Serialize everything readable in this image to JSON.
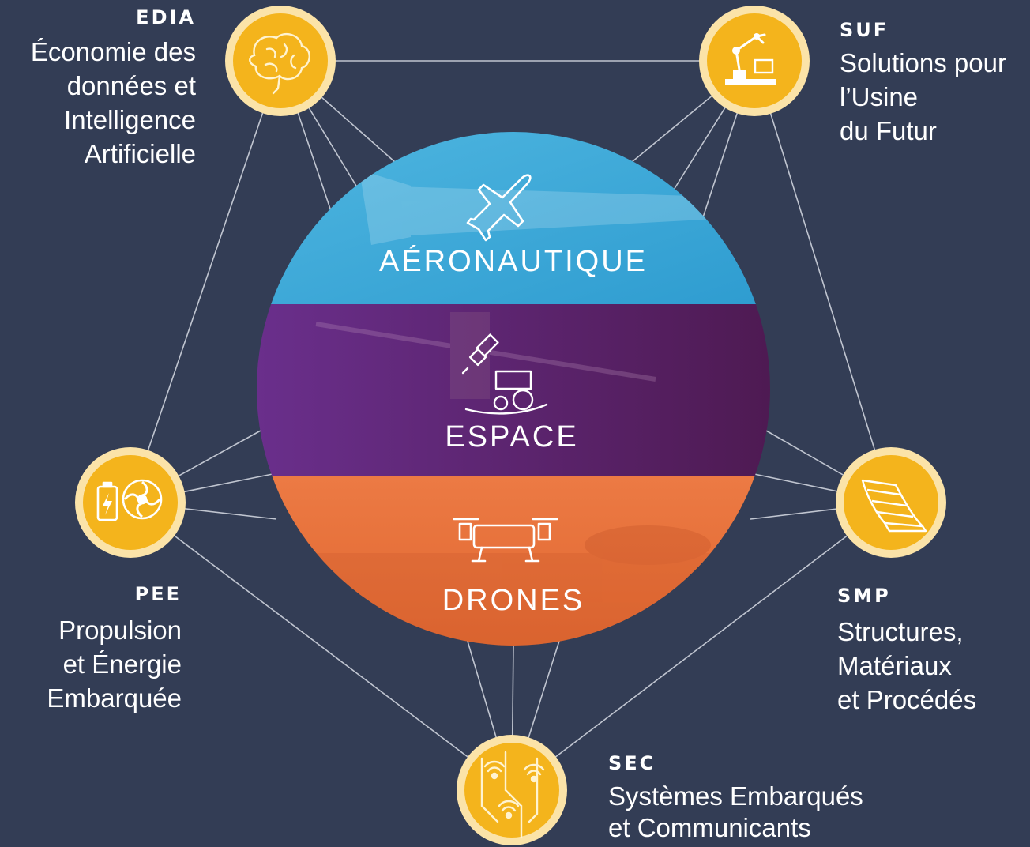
{
  "colors": {
    "background": "#333d55",
    "node_fill": "#f4b41c",
    "node_ring": "#fbe3a8",
    "line": "#d9dde6",
    "aero": "#3aa8d8",
    "espace": "#5a1f5e",
    "drones": "#e9703a"
  },
  "sectors": {
    "aero": {
      "label": "AÉRONAUTIQUE",
      "icon": "airplane-icon"
    },
    "espace": {
      "label": "ESPACE",
      "icon": "satellite-tractor-icon"
    },
    "drones": {
      "label": "DRONES",
      "icon": "drone-icon"
    }
  },
  "nodes": {
    "edia": {
      "code": "EDIA",
      "lines": [
        "Économie des",
        "données et",
        "Intelligence",
        "Artificielle"
      ],
      "icon": "brain-icon"
    },
    "suf": {
      "code": "SUF",
      "lines": [
        "Solutions pour",
        "l’Usine",
        "du Futur"
      ],
      "icon": "robot-arm-icon"
    },
    "pee": {
      "code": "PEE",
      "lines": [
        "Propulsion",
        "et Énergie",
        "Embarquée"
      ],
      "icon": "battery-turbine-icon"
    },
    "smp": {
      "code": "SMP",
      "lines": [
        "Structures,",
        "Matériaux",
        "et Procédés"
      ],
      "icon": "composite-layers-icon"
    },
    "sec": {
      "code": "SEC",
      "lines": [
        "Systèmes Embarqués",
        "et Communicants"
      ],
      "icon": "circuit-signal-icon"
    }
  }
}
